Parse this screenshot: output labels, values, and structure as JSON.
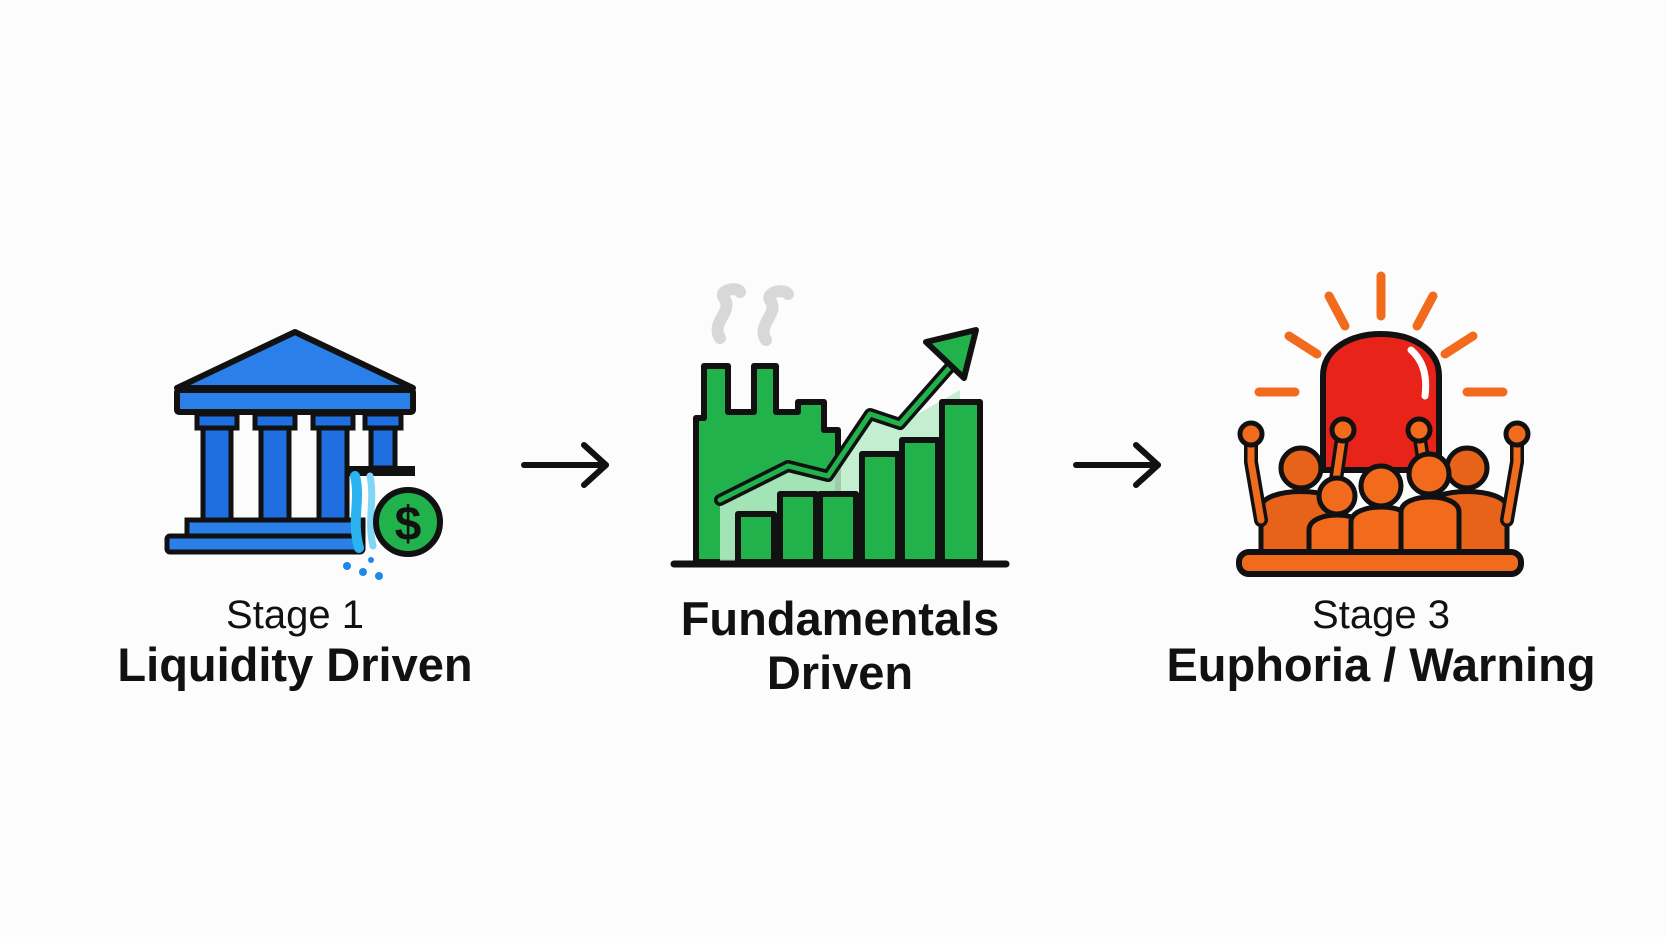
{
  "stages": [
    {
      "kicker": "Stage 1",
      "title": "Liquidity Driven",
      "icon": "bank-with-money-flow-icon",
      "color": "#1e88e5"
    },
    {
      "kicker": "",
      "title_line1": "Fundamentals",
      "title_line2": "Driven",
      "icon": "factory-with-growth-chart-icon",
      "color": "#22b24c"
    },
    {
      "kicker": "Stage 3",
      "title": "Euphoria / Warning",
      "icon": "crowd-with-alarm-siren-icon",
      "color": "#f26b1d",
      "alarm_color": "#e8231a"
    }
  ],
  "connectors": [
    "arrow-right-icon",
    "arrow-right-icon"
  ]
}
